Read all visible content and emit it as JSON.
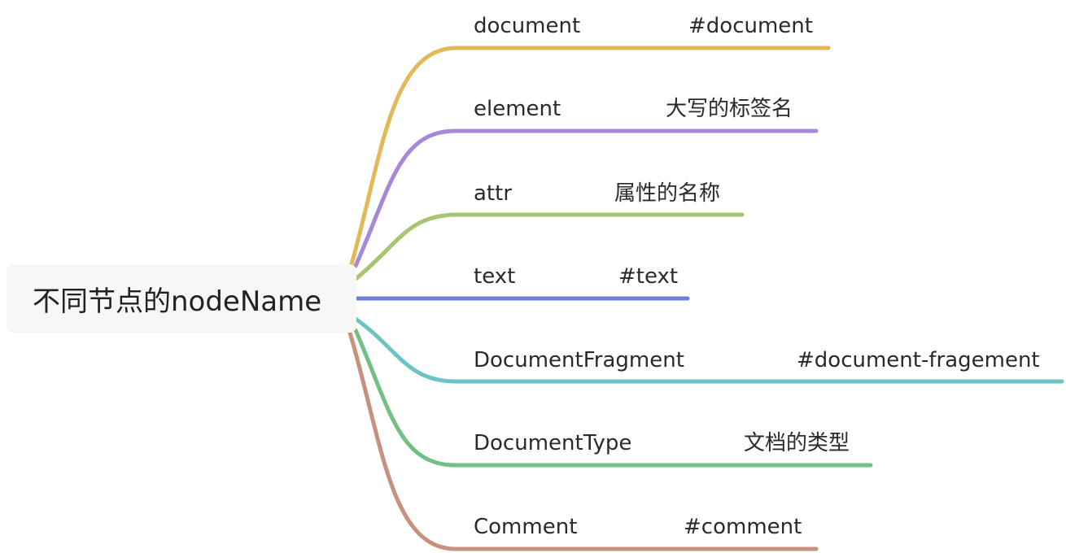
{
  "root": {
    "label": "不同节点的nodeName"
  },
  "branches": [
    {
      "label": "document",
      "value": "#document",
      "color": "#e2b85a"
    },
    {
      "label": "element",
      "value": "大写的标签名",
      "color": "#a787d8"
    },
    {
      "label": "attr",
      "value": "属性的名称",
      "color": "#a9c46f"
    },
    {
      "label": "text",
      "value": "#text",
      "color": "#6e7fd6"
    },
    {
      "label": "DocumentFragment",
      "value": "#document-fragement",
      "color": "#6fc2c2"
    },
    {
      "label": "DocumentType",
      "value": "文档的类型",
      "color": "#72c086"
    },
    {
      "label": "Comment",
      "value": "#comment",
      "color": "#c8917d"
    }
  ]
}
